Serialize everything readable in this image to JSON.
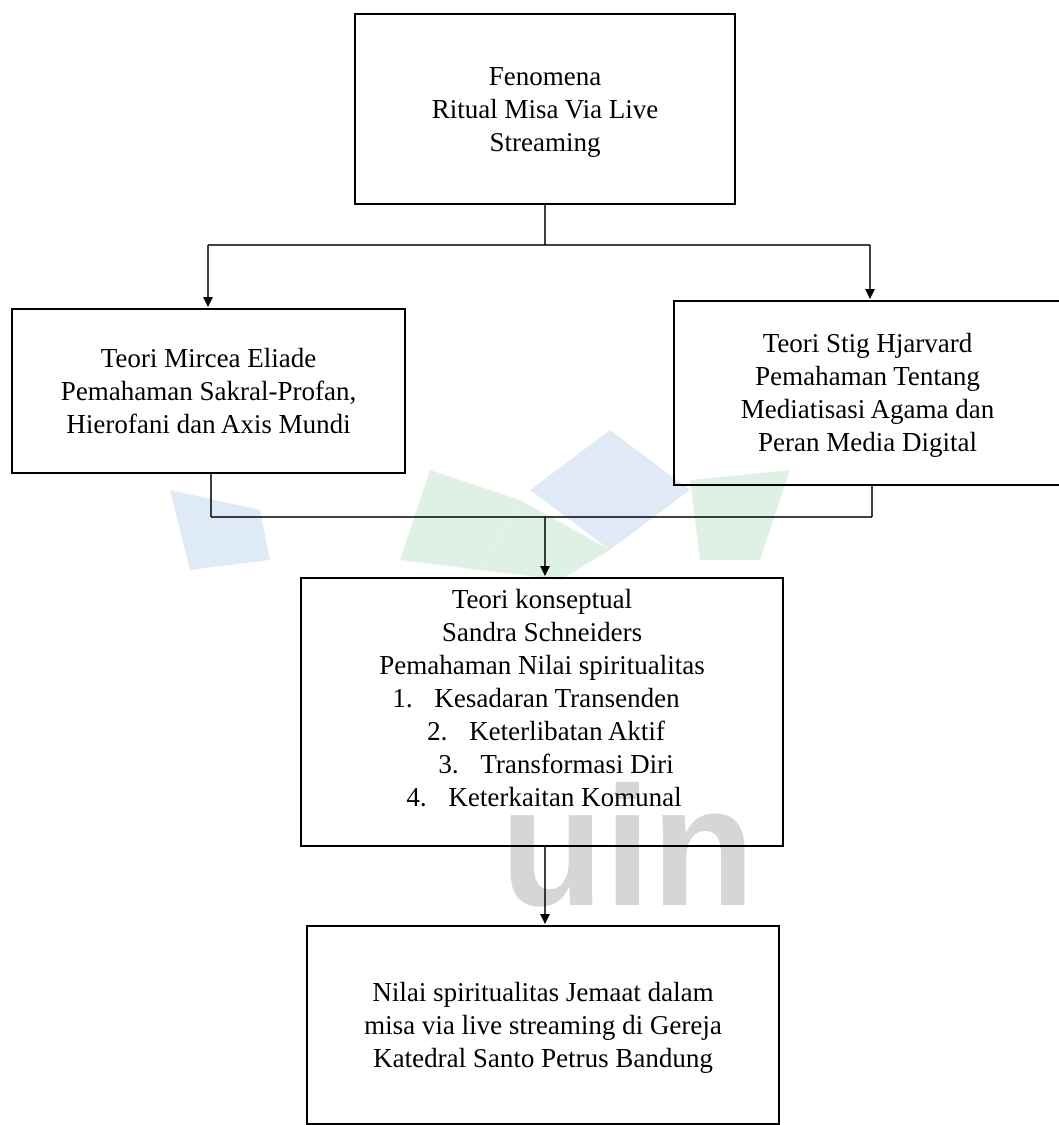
{
  "diagram": {
    "phenomenon": {
      "lines": [
        "Fenomena",
        "Ritual Misa Via Live",
        "Streaming"
      ]
    },
    "theory_eliade": {
      "lines": [
        "Teori Mircea Eliade",
        "Pemahaman Sakral-Profan,",
        "Hierofani dan Axis Mundi"
      ]
    },
    "theory_hjarvard": {
      "lines": [
        "Teori Stig Hjarvard",
        "Pemahaman Tentang",
        "Mediatisasi Agama dan",
        "Peran Media Digital"
      ]
    },
    "theory_schneiders": {
      "lines": [
        "Teori konseptual",
        "Sandra Schneiders",
        "Pemahaman Nilai spiritualitas"
      ],
      "items": [
        {
          "number": "1.",
          "label": "Kesadaran Transenden"
        },
        {
          "number": "2.",
          "label": "Keterlibatan Aktif"
        },
        {
          "number": "3.",
          "label": "Transformasi Diri"
        },
        {
          "number": "4.",
          "label": "Keterkaitan Komunal"
        }
      ]
    },
    "result": {
      "lines": [
        "Nilai spiritualitas Jemaat dalam",
        "misa via live streaming di Gereja",
        "Katedral Santo Petrus Bandung"
      ]
    },
    "watermark_text": "uin"
  },
  "colors": {
    "line": "#000000",
    "watermark_blue": "#dce8f6",
    "watermark_green": "#dcefe2",
    "watermark_gray": "#d6d6d6"
  }
}
